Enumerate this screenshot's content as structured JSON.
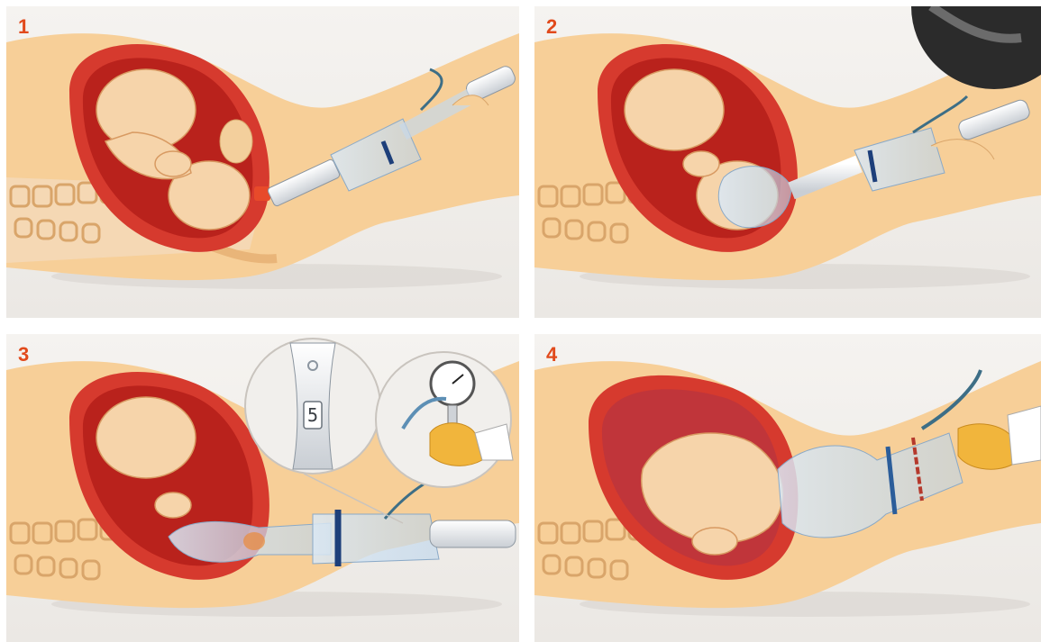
{
  "steps": [
    {
      "number": "1"
    },
    {
      "number": "2"
    },
    {
      "number": "3"
    },
    {
      "number": "4"
    }
  ],
  "gauge_readout": "5",
  "colors": {
    "skin": "#f7cf98",
    "skin_shade": "#e9b579",
    "uterus_wall": "#d63a2e",
    "uterus_inner": "#b9221c",
    "fetus": "#f6d4aa",
    "device_blue": "#3b6fb0",
    "marker_red": "#c0392b",
    "step_number": "#e14a1c",
    "glove": "#f1b53c"
  },
  "icons": [
    "pressure-gauge-icon",
    "gloved-hand-icon",
    "tube-icon"
  ]
}
